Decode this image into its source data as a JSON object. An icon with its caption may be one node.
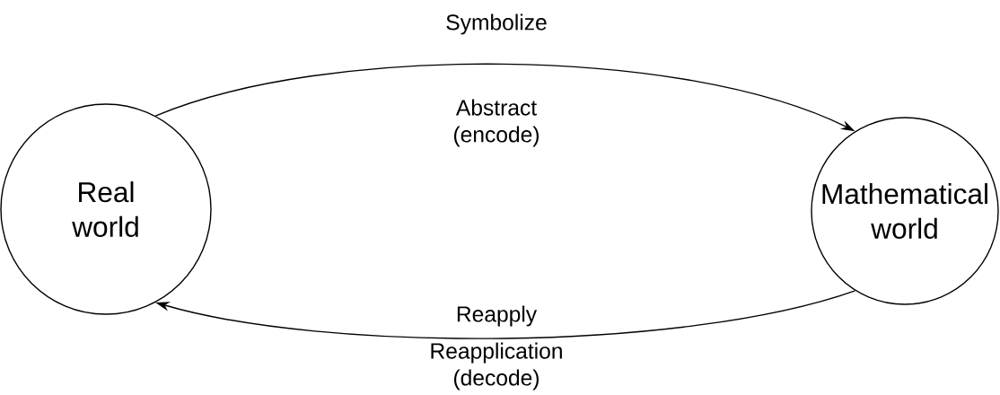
{
  "diagram": {
    "nodes": [
      {
        "text": [
          "Real world"
        ]
      },
      {
        "text": [
          "Mathematical world"
        ]
      }
    ],
    "edges": [
      {
        "from": 0,
        "to": 1,
        "arrow": "to",
        "label": "Symbolize"
      },
      {
        "from": 1,
        "to": 0,
        "arrow": "to",
        "label": "Reapply"
      }
    ],
    "labels": [
      "Abstract (encode)",
      "Reapplication (decode)"
    ]
  }
}
